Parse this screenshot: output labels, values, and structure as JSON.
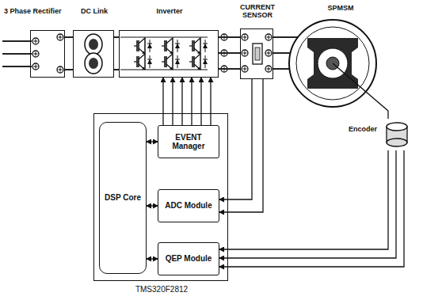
{
  "diagram": {
    "nodes": [
      {
        "text": [
          "3 Phase Rectifier"
        ]
      },
      {
        "text": [
          "DC Link"
        ]
      },
      {
        "text": [
          "Inverter"
        ]
      },
      {
        "text": [
          "CURRENT SENSOR"
        ]
      },
      {
        "text": [
          "SPMSM"
        ]
      },
      {
        "text": [
          "Encoder"
        ]
      },
      {
        "text": [
          "TMS320F2812"
        ]
      },
      {
        "text": [
          "DSP Core"
        ],
        "in": 6
      },
      {
        "text": [
          "EVENT Manager"
        ],
        "in": 6
      },
      {
        "text": [
          "ADC Module"
        ],
        "in": 6
      },
      {
        "text": [
          "QEP Module"
        ],
        "in": 6
      }
    ],
    "edges": [
      {
        "from": 0,
        "to": 1,
        "arrow": "none"
      },
      {
        "from": 0,
        "to": 1,
        "arrow": "none"
      },
      {
        "from": 1,
        "to": 2,
        "arrow": "none"
      },
      {
        "from": 1,
        "to": 2,
        "arrow": "none"
      },
      {
        "from": 2,
        "to": 3,
        "arrow": "none"
      },
      {
        "from": 2,
        "to": 3,
        "arrow": "none"
      },
      {
        "from": 2,
        "to": 3,
        "arrow": "none"
      },
      {
        "from": 3,
        "to": 4,
        "arrow": "none"
      },
      {
        "from": 3,
        "to": 4,
        "arrow": "none"
      },
      {
        "from": 3,
        "to": 4,
        "arrow": "none"
      },
      {
        "from": 4,
        "to": 5,
        "arrow": "none"
      },
      {
        "from": 8,
        "to": 2,
        "arrow": "to"
      },
      {
        "from": 8,
        "to": 2,
        "arrow": "to"
      },
      {
        "from": 8,
        "to": 2,
        "arrow": "to"
      },
      {
        "from": 8,
        "to": 2,
        "arrow": "to"
      },
      {
        "from": 8,
        "to": 2,
        "arrow": "to"
      },
      {
        "from": 8,
        "to": 2,
        "arrow": "to"
      },
      {
        "from": 7,
        "to": 8,
        "arrow": "both"
      },
      {
        "from": 7,
        "to": 9,
        "arrow": "both"
      },
      {
        "from": 7,
        "to": 10,
        "arrow": "both"
      },
      {
        "from": 3,
        "to": 9,
        "arrow": "to"
      },
      {
        "from": 3,
        "to": 9,
        "arrow": "to"
      },
      {
        "from": 5,
        "to": 10,
        "arrow": "to"
      },
      {
        "from": 5,
        "to": 10,
        "arrow": "to"
      },
      {
        "from": 5,
        "to": 10,
        "arrow": "to"
      }
    ]
  }
}
